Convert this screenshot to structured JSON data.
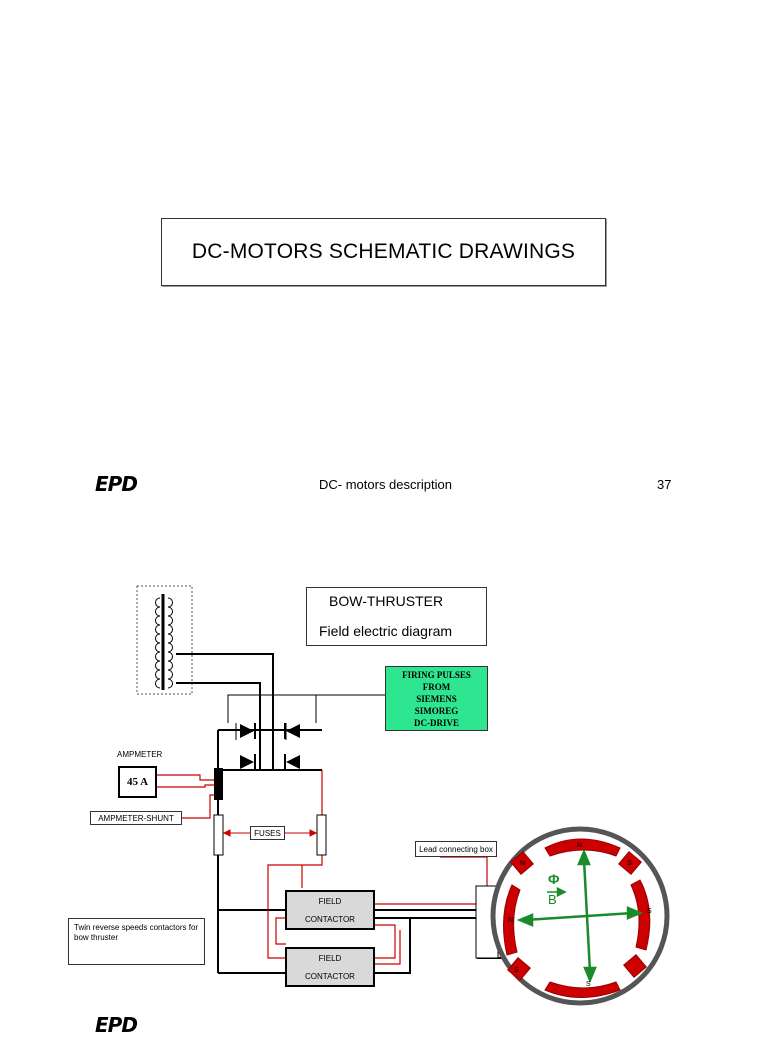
{
  "title": "DC-MOTORS SCHEMATIC DRAWINGS",
  "header": {
    "logo": "EPD",
    "center": "DC- motors description",
    "page_number": "37"
  },
  "diagram": {
    "title_line1": "BOW-THRUSTER",
    "title_line2": "Field electric diagram",
    "firing": [
      "FIRING PULSES",
      "FROM",
      "SIEMENS",
      "SIMOREG",
      "DC-DRIVE"
    ],
    "ampmeter_label": "AMPMETER",
    "ampmeter_value": "45 A",
    "shunt_label": "AMPMETER-SHUNT",
    "fuses_label": "FUSES",
    "lead_box_label": "Lead connecting box",
    "contactor1": [
      "FIELD",
      "CONTACTOR"
    ],
    "contactor2": [
      "FIELD",
      "CONTACTOR"
    ],
    "twin_note": "Twin reverse speeds contactors for bow thruster",
    "phi": "Φ",
    "b": "B",
    "poles": [
      "N",
      "S",
      "S",
      "N",
      "N",
      "S",
      "S"
    ]
  },
  "colors": {
    "firing_box": "#2ee68f",
    "wire_red": "#cc0000",
    "coil_red": "#cc0000",
    "field_green": "#1a8a2a",
    "contactor_fill": "#d9d9d9"
  }
}
